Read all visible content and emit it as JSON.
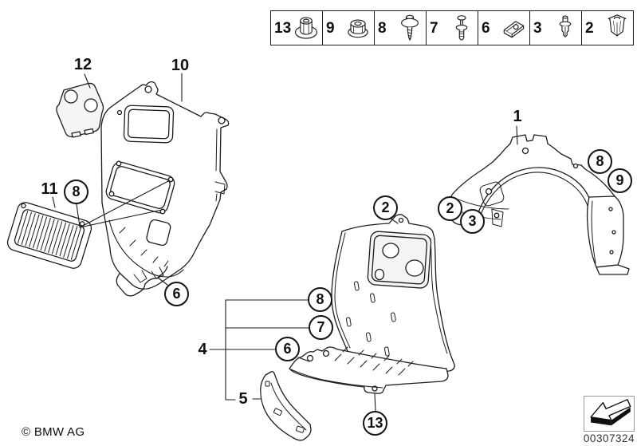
{
  "diagram": {
    "legend": {
      "items": [
        {
          "number": "13",
          "icon": "flanged-collar-nut"
        },
        {
          "number": "9",
          "icon": "hex-flange-nut"
        },
        {
          "number": "8",
          "icon": "self-tapping-screw"
        },
        {
          "number": "7",
          "icon": "push-rivet"
        },
        {
          "number": "6",
          "icon": "sheet-metal-clip-nut"
        },
        {
          "number": "3",
          "icon": "expansion-rivet"
        },
        {
          "number": "2",
          "icon": "expanding-nut"
        }
      ]
    },
    "labels": {
      "part1": "1",
      "part4": "4",
      "part5": "5",
      "part10": "10",
      "part11": "11",
      "part12": "12"
    },
    "circles": {
      "left_8": "8",
      "left_6": "6",
      "mid_2": "2",
      "mid_8": "8",
      "mid_7": "7",
      "mid_6": "6",
      "mid_13": "13",
      "right_2": "2",
      "right_3": "3",
      "right_8": "8",
      "right_9": "9"
    },
    "footer": {
      "copyright": "© BMW AG",
      "diagram_code": "00307324",
      "stamp_icon": "down-left-direction-arrow"
    },
    "line_color": "#1c1c1c"
  }
}
